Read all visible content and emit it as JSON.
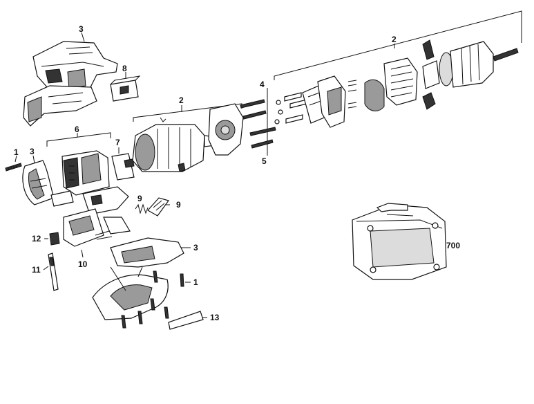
{
  "diagram": {
    "callouts": {
      "c3_top": "3",
      "c8": "8",
      "c2_left": "2",
      "c2_right": "2",
      "c4": "4",
      "c5": "5",
      "c6": "6",
      "c7": "7",
      "c1_left": "1",
      "c3_left": "3",
      "c9_spring": "9",
      "c9_clip": "9",
      "c12": "12",
      "c11": "11",
      "c10": "10",
      "c3_bottom": "3",
      "c1_bottom": "1",
      "c13": "13",
      "c700": "700"
    }
  }
}
